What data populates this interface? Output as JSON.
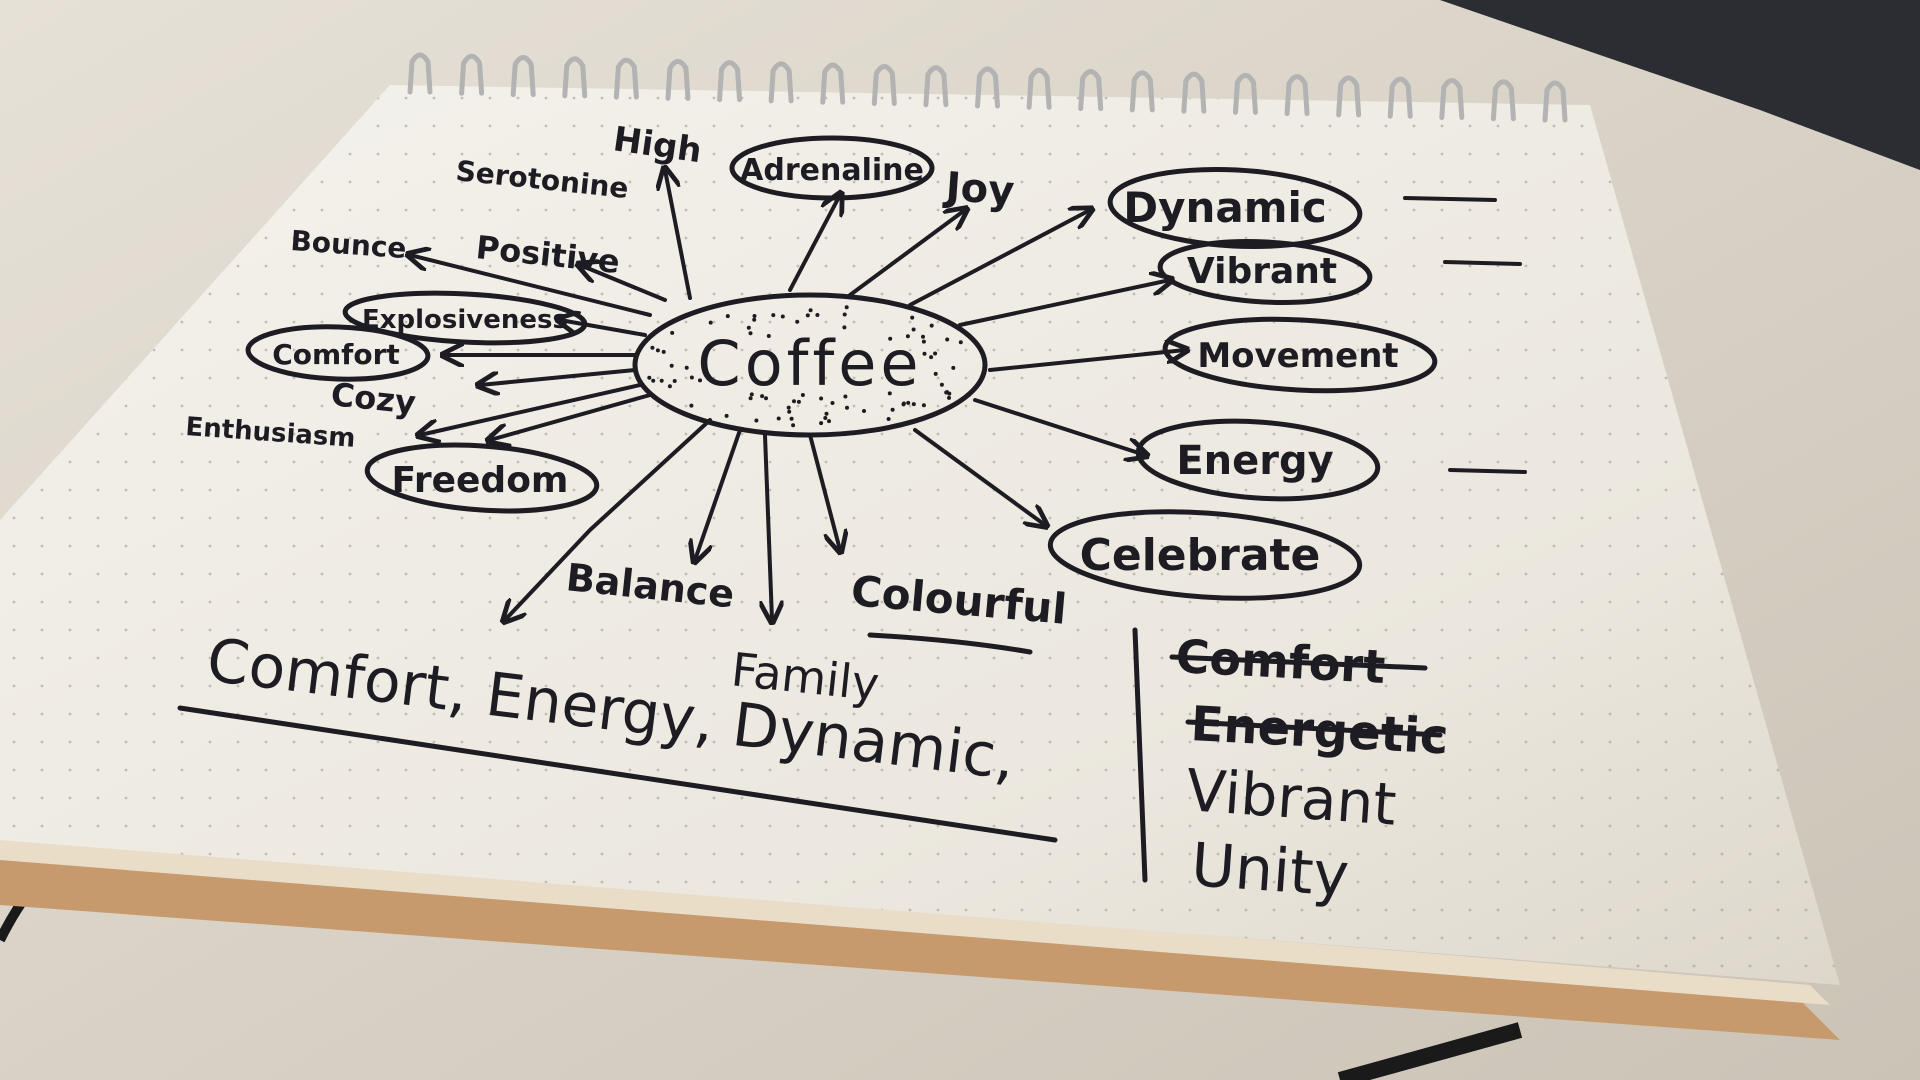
{
  "center": "Coffee",
  "words": {
    "high": "High",
    "serotonine": "Serotonine",
    "adrenaline": "Adrenaline",
    "joy": "Joy",
    "dynamic": "Dynamic",
    "bounce": "Bounce",
    "positive": "Positive",
    "vibrant": "Vibrant",
    "explosiveness": "Explosiveness",
    "comfort": "Comfort",
    "movement": "Movement",
    "cozy": "Cozy",
    "enthusiasm": "Enthusiasm",
    "freedom": "Freedom",
    "energy": "Energy",
    "celebrate": "Celebrate",
    "balance": "Balance",
    "colourful": "Colourful",
    "family": "Family"
  },
  "summary_line": "Comfort, Energy, Dynamic,",
  "side_list": [
    {
      "text": "Comfort",
      "crossed": true
    },
    {
      "text": "Energetic",
      "crossed": true
    },
    {
      "text": "Vibrant",
      "crossed": false
    },
    {
      "text": "Unity",
      "crossed": false
    }
  ],
  "colors": {
    "desk": "#dcd6cc",
    "paper": "#f1efe8",
    "ink": "#1c1c22",
    "spine": "#c79a6e",
    "spiral": "#b9b9b9"
  }
}
